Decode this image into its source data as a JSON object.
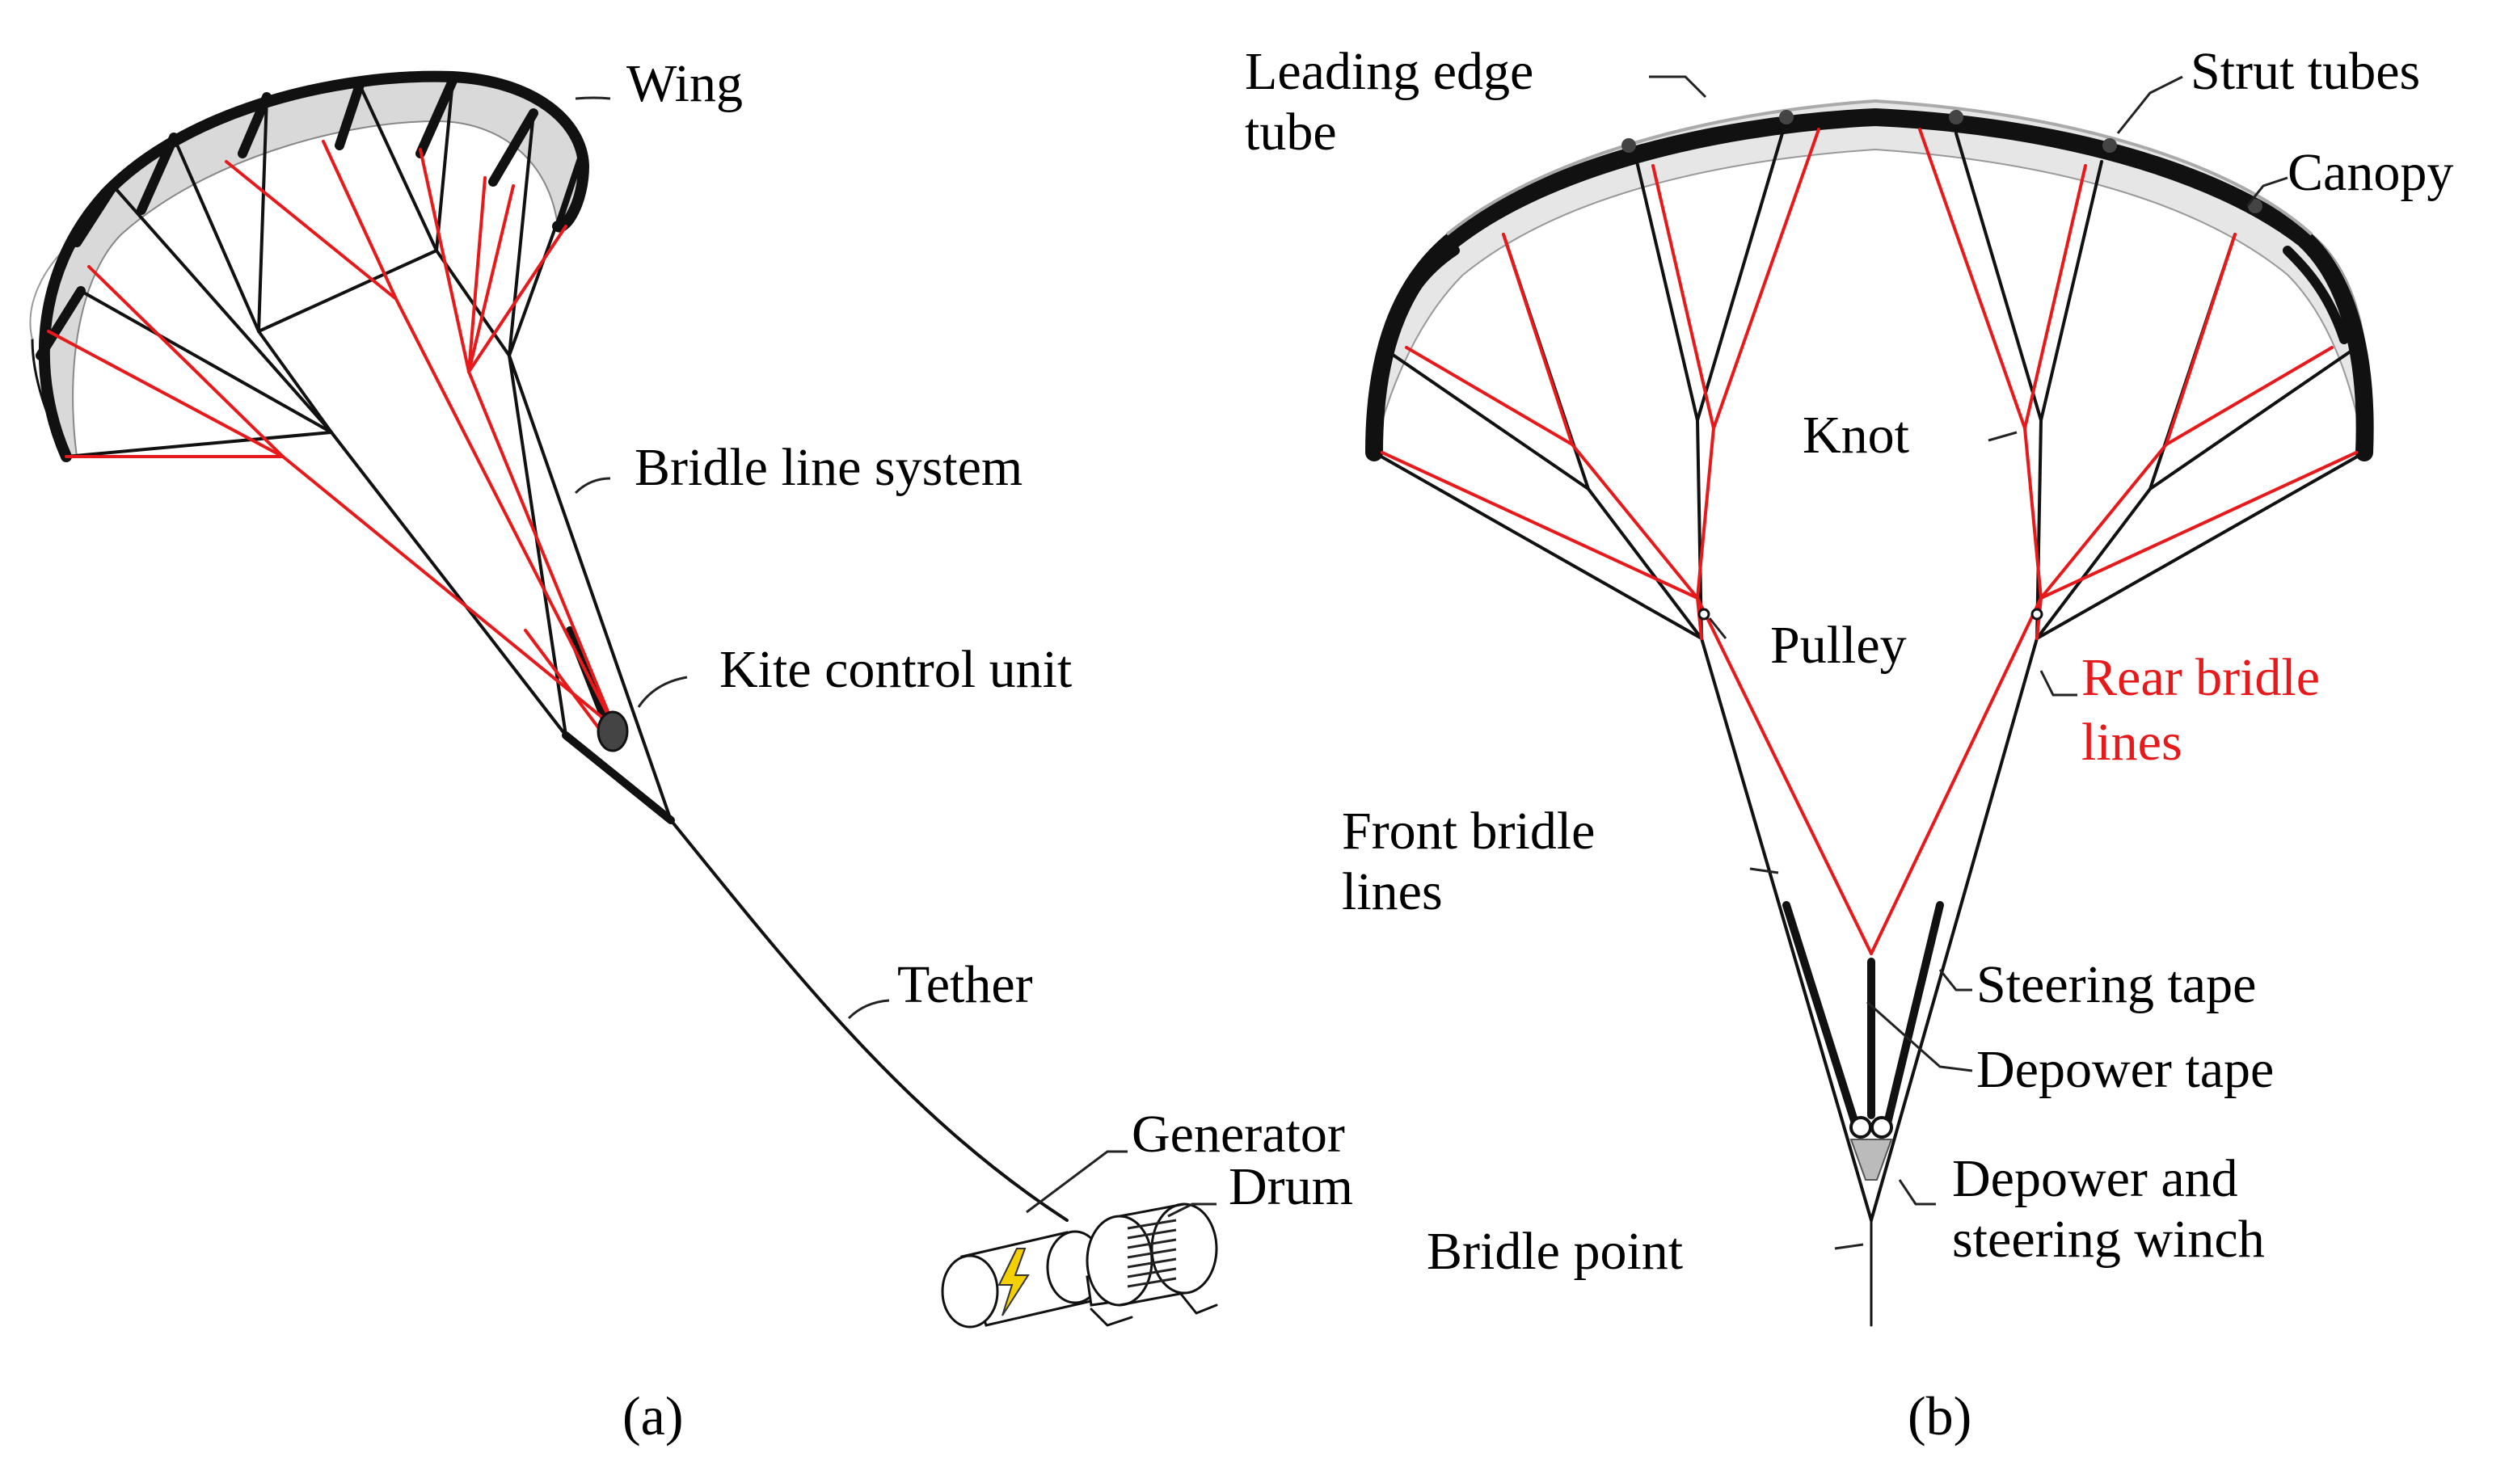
{
  "panel_a": {
    "caption": "(a)",
    "labels": {
      "wing": "Wing",
      "bridle_line_system": "Bridle line system",
      "kite_control_unit": "Kite control unit",
      "tether": "Tether",
      "generator": "Generator",
      "drum": "Drum"
    }
  },
  "panel_b": {
    "caption": "(b)",
    "labels": {
      "leading_edge_tube_line1": "Leading edge",
      "leading_edge_tube_line2": "tube",
      "strut_tubes": "Strut tubes",
      "canopy": "Canopy",
      "knot": "Knot",
      "pulley": "Pulley",
      "rear_bridle_lines_line1": "Rear bridle",
      "rear_bridle_lines_line2": "lines",
      "front_bridle_lines_line1": "Front bridle",
      "front_bridle_lines_line2": "lines",
      "steering_tape": "Steering tape",
      "depower_tape": "Depower tape",
      "depower_winch_line1": "Depower and",
      "depower_winch_line2": "steering winch",
      "bridle_point": "Bridle point"
    }
  },
  "colors": {
    "rear_bridle_lines": "#e8191b",
    "front_bridle_lines": "#111111",
    "canopy": "#c8c8c8",
    "lightning": "#f5d000"
  },
  "icons": [
    "lightning-bolt-icon"
  ]
}
